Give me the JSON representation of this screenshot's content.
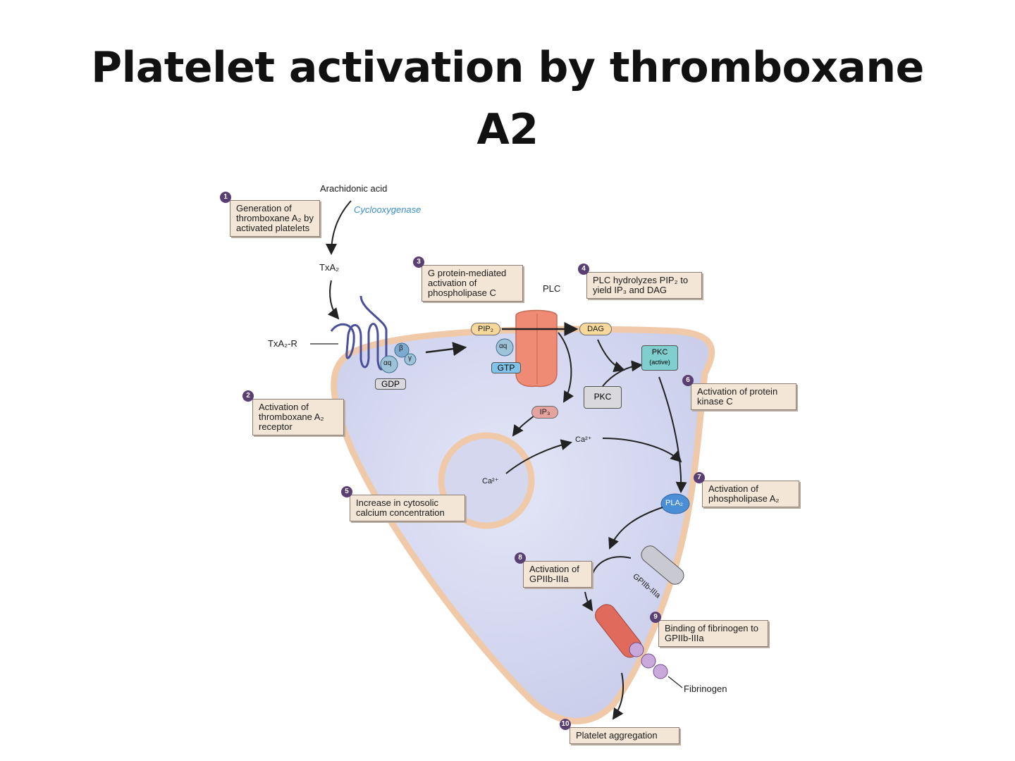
{
  "title": {
    "line1": "Platelet activation by thromboxane",
    "line2": "A2"
  },
  "labels": {
    "arachidonic_acid": "Arachidonic acid",
    "cyclooxygenase": "Cyclooxygenase",
    "txa2": "TxA₂",
    "txa2_r": "TxA₂-R",
    "plc": "PLC",
    "pip2": "PIP₂",
    "dag": "DAG",
    "alpha_q_gdp": "αq",
    "beta": "β",
    "gamma": "γ",
    "gdp": "GDP",
    "alpha_q_gtp": "αq",
    "gtp": "GTP",
    "pkc": "PKC",
    "pkc_active_1": "PKC",
    "pkc_active_2": "(active)",
    "ip3": "IP₃",
    "ca_store": "Ca²⁺",
    "ca_cytosol": "Ca²⁺",
    "pla2": "PLA₂",
    "gpiib_iiia": "GPIIb-IIIa",
    "fibrinogen": "Fibrinogen"
  },
  "steps": [
    {
      "num": "1",
      "text": "Generation of thromboxane A₂ by activated platelets"
    },
    {
      "num": "2",
      "text": "Activation of thromboxane A₂ receptor"
    },
    {
      "num": "3",
      "text": "G protein-mediated activation of phospholipase C"
    },
    {
      "num": "4",
      "text": "PLC hydrolyzes PIP₂ to yield IP₃ and DAG"
    },
    {
      "num": "5",
      "text": "Increase in cytosolic calcium concentration"
    },
    {
      "num": "6",
      "text": "Activation of protein kinase C"
    },
    {
      "num": "7",
      "text": "Activation of phospholipase A₂"
    },
    {
      "num": "8",
      "text": "Activation of GPIIb-IIIa"
    },
    {
      "num": "9",
      "text": "Binding of fibrinogen to GPIIb-IIIa"
    },
    {
      "num": "10",
      "text": "Platelet aggregation"
    }
  ],
  "colors": {
    "cytoplasm": "#d9dcf2",
    "membrane": "#f0c9a9",
    "step_box": "#f4e6d6",
    "step_number": "#5a3f73",
    "plc": "#ef8a74",
    "g_protein": "#9ec3d8",
    "pkc_active": "#7fcfcf",
    "pla2": "#4a8ed6",
    "cyclooxygenase_text": "#3a8fd0"
  }
}
